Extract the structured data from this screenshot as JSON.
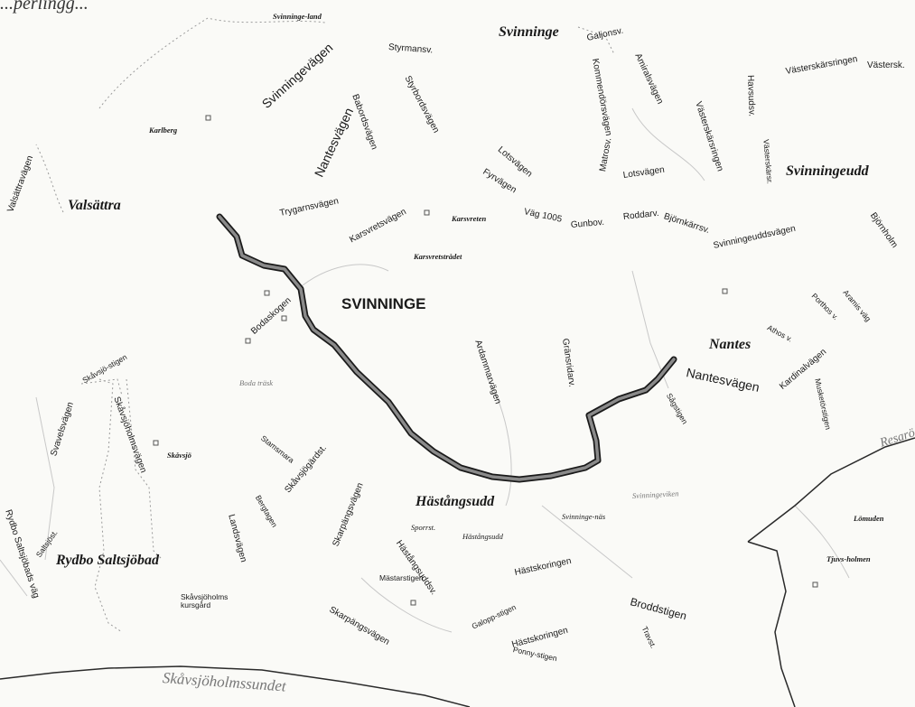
{
  "header_fragment": "...perlingg...",
  "bottom_label": "Skåvsjöholmssundet",
  "labels": {
    "svinninge_land": "Svinninge-land",
    "svinninge_top": "Svinninge",
    "styrmansv": "Styrmansv.",
    "galjonsv": "Galjonsv.",
    "amiralsvagen": "Amiralsvägen",
    "vasterskarsringen": "Västerskärsringen",
    "vastersk": "Västersk.",
    "svinningevagen": "Svinningevägen",
    "baborsvagen": "Babordsvägen",
    "styrbordsvagen": "Styrbordsvägen",
    "kommendorsvagen": "Kommendörsvägen",
    "vasterskarsringen2": "Västerskärsringen",
    "havsudden": "Havsudsv.",
    "karlberg": "Karlberg",
    "nantesvagen_top": "Nantesvägen",
    "lotsvagen1": "Lotsvägen",
    "matrosv": "Matrosv.",
    "lotsvagen2": "Lotsvägen",
    "svinningeudd": "Svinningeudd",
    "valsattravagen": "Valsättravägen",
    "valsattra": "Valsättra",
    "trygarnsvagen": "Trygarnsvägen",
    "karsvretsvagen": "Karsvretsvägen",
    "karsvreten": "Karsvreten",
    "fyrvagen": "Fyrvägen",
    "vag1005": "Väg 1005",
    "gunbov": "Gunbov.",
    "roddarv": "Roddarv.",
    "bjornkarrsv": "Björnkärrsv.",
    "svinningeuddsvagen": "Svinningeuddsvägen",
    "bjornholm": "Björnholm",
    "karsvretsirlidet": "Karsvretstrådet",
    "svinninge_caps": "SVINNINGE",
    "bodaskogen": "Bodaskogen",
    "ardammarvagen": "Ardammarvägen",
    "gransridarv": "Gränsridarv.",
    "nantes": "Nantes",
    "nantesvagen": "Nantesvägen",
    "aramis": "Aramis väg",
    "porthos": "Porthos v.",
    "athos": "Athos v.",
    "kardinalvagen": "Kardinalvägen",
    "musketorstigen": "Musketörstigen",
    "bodasvik": "Boda träsk",
    "skavsjostigen": "Skåvsjö-stigen",
    "skavsjoholmsvagen": "Skåvsjöholmsvägen",
    "svavelsvagen": "Svavelsvägen",
    "skavsjo": "Skåvsjö",
    "stamsmara": "Stamsmara",
    "skavsjogarkst": "Skåvsjögärdst.",
    "skarpangsvagen": "Skarpängsvägen",
    "bergtagen": "Bergtagen",
    "saltsjost": "Saltsjöst.",
    "rydbo_saltsjobad": "Rydbo Saltsjöbad",
    "rydbo_saltsjobads_vag": "Rydbo Saltsjöbads väg",
    "landsvagen": "Landsvägen",
    "hastangsudd": "Hästångsudd",
    "sporrst": "Sporrst.",
    "hastangsudd_small": "Hästångsudd",
    "hastangsuddsv": "Hästångsuddsv.",
    "svinninge_nas": "Svinninge-näs",
    "hastskoringen": "Hästskoringen",
    "skavsjoholms_kursgard": "Skåvsjöholms kursgård",
    "mastarstigen": "Mästarstigen",
    "skarpangsvagen2": "Skarpängsvägen",
    "galoppstigen": "Galopp-stigen",
    "hastskoringen2": "Hästskoringen",
    "ponnystigen": "Ponny-stigen",
    "broddstigen": "Broddstigen",
    "travst": "Travst.",
    "lomuden": "Lömuden",
    "tjuvholmen": "Tjuvs-holmen",
    "sumpgranrnaden": "Svinningeviken",
    "resaro": "Resarö",
    "sagstigen": "Sågstigen",
    "vasterskarsr3": "Västerskärsr."
  }
}
